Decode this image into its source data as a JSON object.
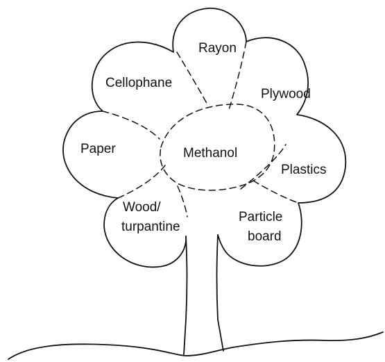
{
  "diagram": {
    "center": "Methanol",
    "branches": {
      "rayon": "Rayon",
      "cellophane": "Cellophane",
      "plywood": "Plywood",
      "paper": "Paper",
      "plastics": "Plastics",
      "wood_line1": "Wood/",
      "wood_line2": "turpantine",
      "particle_line1": "Particle",
      "particle_line2": "board"
    }
  }
}
